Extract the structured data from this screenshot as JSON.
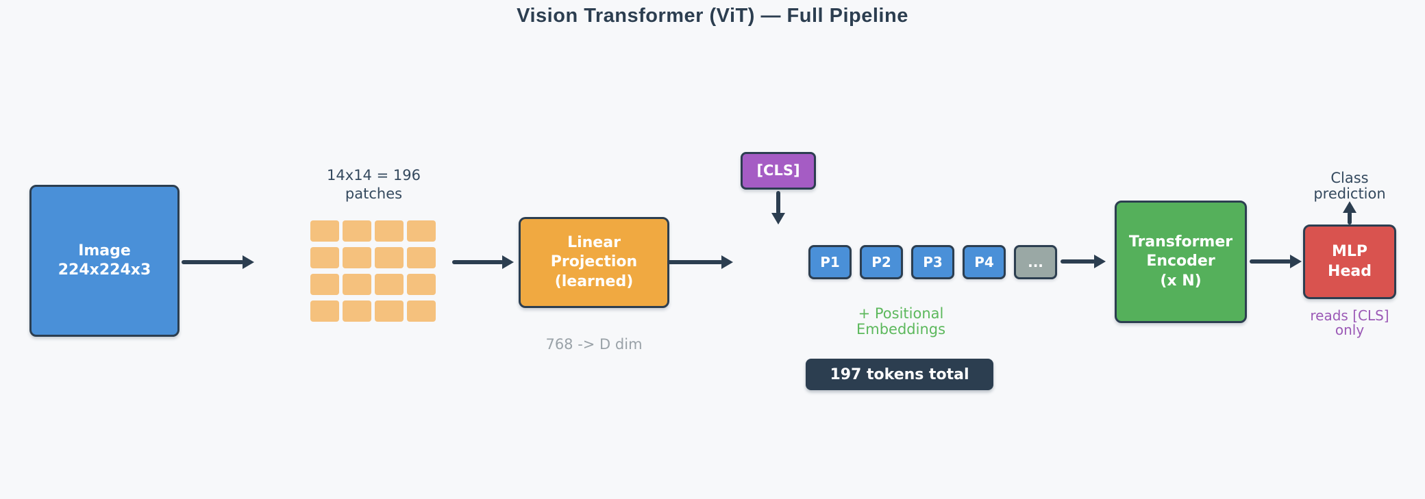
{
  "title": "Vision Transformer (ViT) — Full Pipeline",
  "palette": {
    "background": "#f7f8fa",
    "ink": "#2c3e50",
    "image_box_blue": "#4a90d8",
    "patch_orange": "#f5c17d",
    "projection_orange": "#f0a941",
    "cls_purple": "#a55cc4",
    "encoder_green": "#55b05b",
    "mlp_red": "#d9534f",
    "ellipsis_token_gray": "#9aa8a5",
    "positional_text_green": "#5cb85c",
    "reads_cls_text_purple": "#9b59b6",
    "dim_note_gray": "#9aa2a8"
  },
  "nodes": {
    "image": {
      "label_line1": "Image",
      "label_line2": "224x224x3"
    },
    "patches": {
      "caption_line1": "14x14 = 196",
      "caption_line2": "patches",
      "grid_rows": 4,
      "grid_cols": 4
    },
    "linear_projection": {
      "label_line1": "Linear",
      "label_line2": "Projection",
      "label_line3": "(learned)",
      "note": "768 -> D dim"
    },
    "cls_token": {
      "label": "[CLS]"
    },
    "tokens": {
      "items": [
        "P1",
        "P2",
        "P3",
        "P4",
        "..."
      ],
      "positional_note_line1": "+ Positional",
      "positional_note_line2": "Embeddings",
      "total_label": "197 tokens total"
    },
    "encoder": {
      "label_line1": "Transformer",
      "label_line2": "Encoder",
      "label_line3": "(x N)"
    },
    "mlp_head": {
      "label_line1": "MLP",
      "label_line2": "Head",
      "output_line1": "Class",
      "output_line2": "prediction",
      "note_line1": "reads [CLS]",
      "note_line2": "only"
    }
  }
}
